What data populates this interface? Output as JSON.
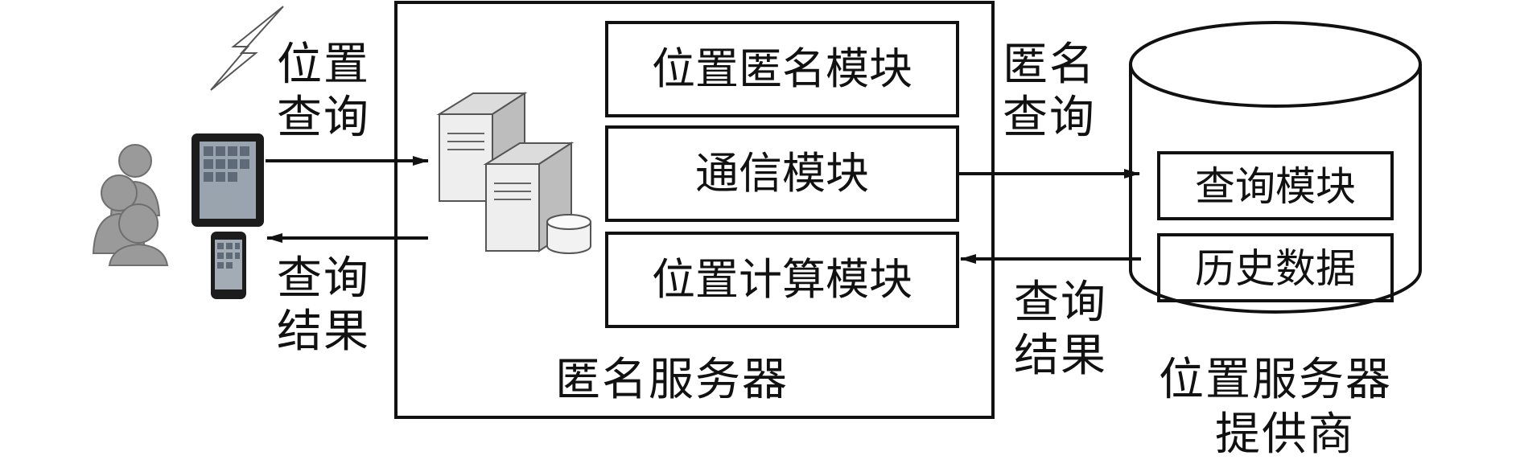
{
  "user_side": {
    "query_label": "位置查询",
    "result_label": "查询结果"
  },
  "anonymous_server": {
    "title": "匿名服务器",
    "modules": {
      "location_anonymization": "位置匿名模块",
      "communication": "通信模块",
      "location_computation": "位置计算模块"
    }
  },
  "arrows": {
    "anonymous_query": "匿名查询",
    "query_result": "查询结果"
  },
  "location_provider": {
    "title_line1": "位置服务器",
    "title_line2": "提供商",
    "modules": {
      "query": "查询模块",
      "history": "历史数据"
    }
  }
}
